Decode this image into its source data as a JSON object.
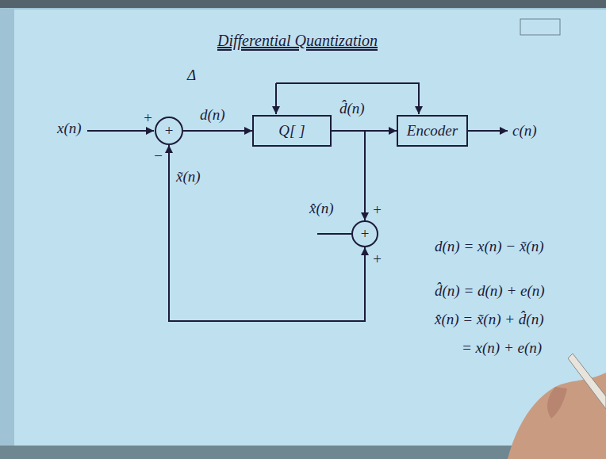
{
  "diagram": {
    "title": "Differential Quantization",
    "nodes": [
      {
        "text": [
          "+"
        ]
      },
      {
        "text": [
          "Q[ ]"
        ]
      },
      {
        "text": [
          "Encoder"
        ]
      },
      {
        "text": [
          "+"
        ]
      }
    ],
    "edges": [
      {
        "from": 0,
        "to": 1,
        "arrow": "to",
        "label": "d(n)"
      },
      {
        "from": 1,
        "to": 2,
        "arrow": "to",
        "label": "d̂(n)"
      },
      {
        "from": 1,
        "to": 3,
        "arrow": "to"
      },
      {
        "from": 3,
        "to": 0,
        "arrow": "both",
        "label": "x̃(n)"
      }
    ],
    "labels": [
      "x(n)",
      "+",
      "−",
      "Δ",
      "c(n)",
      "x̂(n)",
      "+",
      "+",
      "d(n) = x(n) − x̃(n)",
      "d̂(n) = d(n) + e(n)",
      "x̂(n) = x̃(n) + d̂(n)",
      "= x(n) + e(n)"
    ]
  }
}
